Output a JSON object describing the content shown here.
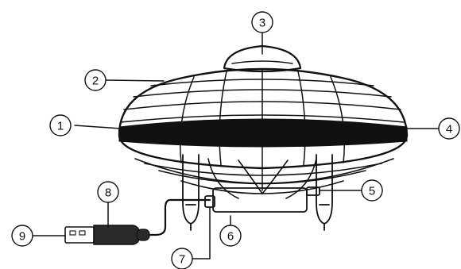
{
  "callouts": [
    {
      "id": "1",
      "label": "1"
    },
    {
      "id": "2",
      "label": "2"
    },
    {
      "id": "3",
      "label": "3"
    },
    {
      "id": "4",
      "label": "4"
    },
    {
      "id": "5",
      "label": "5"
    },
    {
      "id": "6",
      "label": "6"
    },
    {
      "id": "7",
      "label": "7"
    },
    {
      "id": "8",
      "label": "8"
    },
    {
      "id": "9",
      "label": "9"
    }
  ],
  "colors": {
    "stroke": "#111111",
    "band": "#111111",
    "usb_body": "#2a2a2a"
  }
}
